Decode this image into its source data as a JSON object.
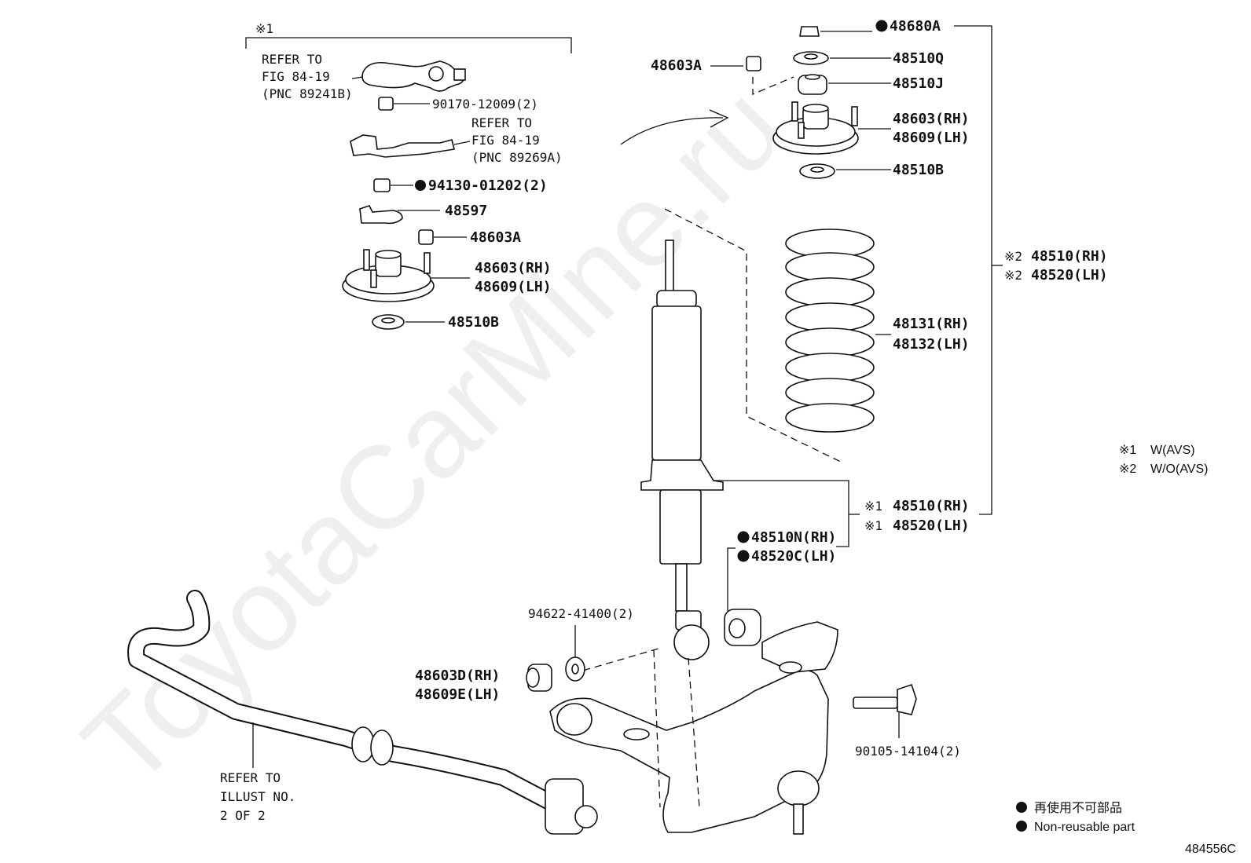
{
  "watermark": "ToyotaCarMine.ru",
  "diagram_id": "484556C",
  "top_left_group": {
    "marker": "※1",
    "refer_84_19_a": [
      "REFER TO",
      "FIG 84-19",
      "(PNC 89241B)"
    ],
    "refer_84_19_b": [
      "REFER TO",
      "FIG 84-19",
      "(PNC 89269A)"
    ],
    "parts": {
      "p90170": "90170-12009(2)",
      "p94130": "94130-01202(2)",
      "p48597": "48597",
      "p48603A": "48603A",
      "p48603_rh": "48603(RH)",
      "p48609_lh": "48609(LH)",
      "p48510B": "48510B"
    }
  },
  "top_right_group": {
    "p48603A": "48603A",
    "p48680A": "48680A",
    "p48510Q": "48510Q",
    "p48510J": "48510J",
    "p48603_rh": "48603(RH)",
    "p48609_lh": "48609(LH)",
    "p48510B": "48510B"
  },
  "spring": {
    "p48131_rh": "48131(RH)",
    "p48132_lh": "48132(LH)"
  },
  "assembly_wo_avs": {
    "marker": "※2",
    "rh": "48510(RH)",
    "lh": "48520(LH)"
  },
  "assembly_w_avs": {
    "marker": "※1",
    "rh": "48510(RH)",
    "lh": "48520(LH)"
  },
  "shock_absorber": {
    "rh": "48510N(RH)",
    "lh": "48520C(LH)"
  },
  "stabilizer": {
    "p94622": "94622-41400(2)",
    "p48603D": "48603D(RH)",
    "p48609E": "48609E(LH)",
    "refer_illust": [
      "REFER TO",
      "ILLUST NO.",
      "2 OF 2"
    ]
  },
  "bolt": "90105-14104(2)",
  "legend": {
    "w_avs_marker": "※1",
    "w_avs": "W(AVS)",
    "wo_avs_marker": "※2",
    "wo_avs": "W/O(AVS)",
    "nonreusable_jp": "再使用不可部品",
    "nonreusable_en": "Non-reusable part"
  }
}
